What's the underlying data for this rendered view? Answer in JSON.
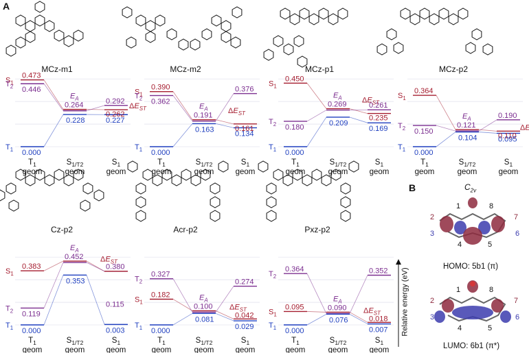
{
  "figure": {
    "panel_a_label": "A",
    "panel_b_label": "B",
    "relative_energy_axis_label": "Relative energy (eV)"
  },
  "colors": {
    "s1": "#a51c2e",
    "t2": "#7b2d8f",
    "t1": "#1f3fbf",
    "grid": "#d8d8e8"
  },
  "diagrams": [
    {
      "molecule": "MCz-m1",
      "s1_t1geom": "0.473",
      "t2_t1geom": "0.446",
      "t1_t1geom": "0.000",
      "ea": "0.264",
      "mid_low": "0.228",
      "s1_geom_top": "0.292",
      "delta_est": "0.262",
      "s1_geom_low": "0.227",
      "ea_label": "EA",
      "dest_label": "ΔEST"
    },
    {
      "molecule": "MCz-m2",
      "s1_t1geom": "0.390",
      "t2_t1geom": "0.362",
      "t1_t1geom": "0.000",
      "ea": "0.191",
      "mid_low": "0.163",
      "s1_geom_top": "0.376",
      "delta_est": "0.161",
      "s1_geom_low": "0.134",
      "ea_label": "EA",
      "dest_label": "ΔEST"
    },
    {
      "molecule": "MCz-p1",
      "s1_t1geom": "0.450",
      "t2_t1geom": "0.180",
      "t1_t1geom": "0.000",
      "ea": "0.269",
      "mid_low": "0.209",
      "s1_geom_top": "0.261",
      "delta_est": "0.235",
      "s1_geom_low": "0.169",
      "ea_label": "EA",
      "dest_label": "ΔEST"
    },
    {
      "molecule": "MCz-p2",
      "s1_t1geom": "0.364",
      "t2_t1geom": "0.150",
      "t1_t1geom": "0.000",
      "ea": "0.121",
      "mid_low": "0.104",
      "s1_geom_top": "0.190",
      "delta_est": "0.110",
      "s1_geom_low": "0.095",
      "ea_label": "EA",
      "dest_label": "ΔEST"
    },
    {
      "molecule": "Cz-p2",
      "s1_t1geom": "0.383",
      "t2_t1geom": "0.119",
      "t1_t1geom": "0.000",
      "ea": "0.452",
      "mid_low": "0.353",
      "s1_geom_top": "0.380",
      "delta_est": "",
      "s1_geom_low": "0.003",
      "s1_geom_t2": "0.115",
      "ea_label": "EA",
      "dest_label": "ΔEST"
    },
    {
      "molecule": "Acr-p2",
      "s1_t1geom": "0.182",
      "t2_t1geom": "0.327",
      "t1_t1geom": "0.000",
      "ea": "0.100",
      "mid_low": "0.081",
      "s1_geom_top": "0.274",
      "delta_est": "0.042",
      "s1_geom_low": "0.029",
      "ea_label": "EA",
      "dest_label": "ΔEST"
    },
    {
      "molecule": "Pxz-p2",
      "s1_t1geom": "0.095",
      "t2_t1geom": "0.364",
      "t1_t1geom": "0.000",
      "ea": "0.090",
      "mid_low": "0.076",
      "s1_geom_top": "0.352",
      "delta_est": "0.018",
      "s1_geom_low": "0.007",
      "ea_label": "EA",
      "dest_label": "ΔEST"
    }
  ],
  "state_labels": {
    "s1": "S",
    "s1_sub": "1",
    "t2": "T",
    "t2_sub": "2",
    "t1": "T",
    "t1_sub": "1"
  },
  "geom_labels": {
    "col1_top": "T1",
    "col2_top": "S1/T2",
    "col3_top": "S1",
    "geom": "geom"
  },
  "orbitals": {
    "symmetry": "C2v",
    "homo_caption": "HOMO: 5b1 (π)",
    "lumo_caption": "LUMO: 6b1 (π*)",
    "atom_labels": [
      "1",
      "2",
      "3",
      "4",
      "5",
      "6",
      "7",
      "8"
    ]
  }
}
